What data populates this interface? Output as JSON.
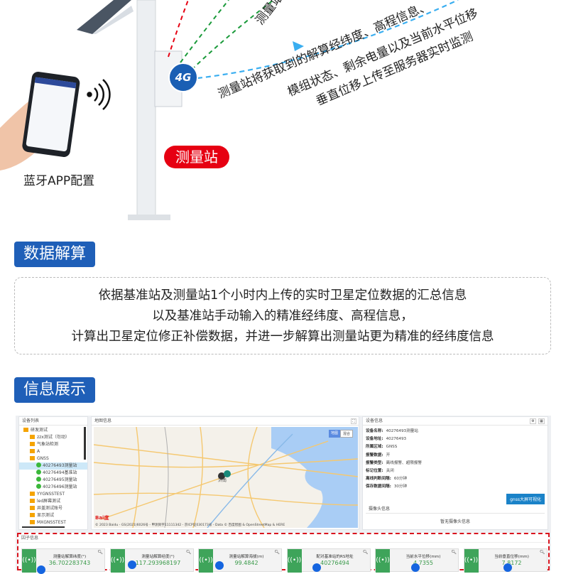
{
  "hero": {
    "top_text_cut": "测量站",
    "flow_lines": [
      "测量站将获取到的解算经纬度、高程信息、",
      "模组状态、剩余电量以及当前水平位移",
      "垂直位移上传至服务器实时监测"
    ],
    "network_badge": "4G",
    "station_label": "测量站",
    "app_label": "蓝牙APP配置",
    "colors": {
      "station_red": "#e60012",
      "net_blue": "#1a5fb4",
      "arrow_blue": "#3aaef0",
      "dash_green": "#1a9a3a"
    }
  },
  "section1": {
    "title": "数据解算",
    "lines": [
      "依据基准站及测量站1个小时内上传的实时卫星定位数据的汇总信息",
      "以及基准站手动输入的精准经纬度、高程信息，",
      "计算出卫星定位修正补偿数据，并进一步解算出测量站更为精准的经纬度信息"
    ]
  },
  "section2": {
    "title": "信息展示",
    "device_list": {
      "title": "设备列表",
      "items": [
        {
          "label": "研发测试",
          "type": "folder",
          "level": 0
        },
        {
          "label": "zzx测试（勿动）",
          "type": "folder",
          "level": 1
        },
        {
          "label": "气象站检测",
          "type": "folder",
          "level": 1
        },
        {
          "label": "A",
          "type": "folder",
          "level": 1
        },
        {
          "label": "GNSS",
          "type": "folder",
          "level": 1
        },
        {
          "label": "40276493测量站",
          "type": "device",
          "level": 2,
          "selected": true
        },
        {
          "label": "40276494基准站",
          "type": "device",
          "level": 2
        },
        {
          "label": "40276495测量站",
          "type": "device",
          "level": 2
        },
        {
          "label": "40276496测量站",
          "type": "device",
          "level": 2
        },
        {
          "label": "YYGNSSTEST",
          "type": "folder",
          "level": 1
        },
        {
          "label": "led屏幕测试",
          "type": "folder",
          "level": 1
        },
        {
          "label": "井盖测试账号",
          "type": "folder",
          "level": 1
        },
        {
          "label": "显示测试",
          "type": "folder",
          "level": 1
        },
        {
          "label": "MXGNSSTEST",
          "type": "folder",
          "level": 1
        }
      ]
    },
    "map": {
      "title": "地图信息",
      "toggle": [
        "地图",
        "混合"
      ],
      "city": "济南",
      "copyright": "© 2023 Baidu - GS(2021)6026号 - 甲测资字11111342 - 京ICP证030173号 - Data © 百度智图 & OpenStreetMap & HERE",
      "logo": "Bai度"
    },
    "device_info": {
      "title": "设备信息",
      "fields": [
        {
          "k": "设备名称:",
          "v": "40276493测量站"
        },
        {
          "k": "设备地址:",
          "v": "40276493"
        },
        {
          "k": "所属区域:",
          "v": "GNSS"
        },
        {
          "k": "报警数据:",
          "v": "开"
        },
        {
          "k": "报警类型:",
          "v": "离线报警、超限报警"
        },
        {
          "k": "标记位置:",
          "v": "关闭"
        },
        {
          "k": "离线判断间隔:",
          "v": "60分钟"
        },
        {
          "k": "保存数据间隔:",
          "v": "30分钟"
        }
      ],
      "button": "gnss大屏可视化",
      "camera_title": "摄像头信息",
      "camera_empty": "暂无摄像头信息"
    },
    "factors": {
      "title": "因子信息",
      "cards": [
        {
          "label": "测量站解算纬度(°)",
          "value": "36.702283743"
        },
        {
          "label": "测量站解算经度(°)",
          "value": "117.293968197"
        },
        {
          "label": "测量站解算海拔(m)",
          "value": "99.4842"
        },
        {
          "label": "配对基准站的RS地址",
          "value": "40276494"
        },
        {
          "label": "当前水平位移(mm)",
          "value": "4.7355"
        },
        {
          "label": "当前垂直位移(mm)",
          "value": "7.8172"
        }
      ]
    }
  }
}
